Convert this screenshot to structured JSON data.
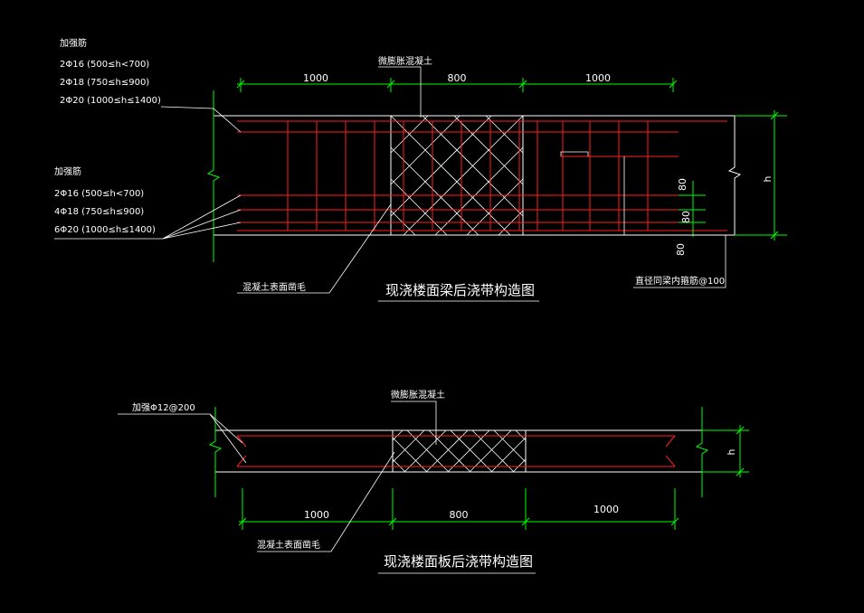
{
  "colors": {
    "background": "#000000",
    "rebar": "#ff2020",
    "dimension": "#00ff00",
    "outline": "#ffffff",
    "text": "#ffffff"
  },
  "beam": {
    "top_rebar_heading": "加强筋",
    "top_rebar": [
      "2Φ16   (500≤h<700)",
      "2Φ18   (750≤h≤900)",
      "2Φ20   (1000≤h≤1400)"
    ],
    "bottom_rebar_heading": "加强筋",
    "bottom_rebar": [
      "2Φ16   (500≤h<700)",
      "4Φ18   (750≤h≤900)",
      "6Φ20   (1000≤h≤1400)"
    ],
    "concrete_label": "微膨胀混凝土",
    "surface_label": "混凝土表面凿毛",
    "mesh_label": "直径同梁内箍筋@100",
    "dims": [
      "1000",
      "800",
      "1000"
    ],
    "side_dims": [
      "80",
      "80",
      "80"
    ],
    "height_label": "h",
    "title": "现浇楼面梁后浇带构造图"
  },
  "slab": {
    "rebar_label": "加强Φ12@200",
    "concrete_label": "微膨胀混凝土",
    "surface_label": "混凝土表面凿毛",
    "dims": [
      "1000",
      "800",
      "1000"
    ],
    "height_label": "h",
    "title": "现浇楼面板后浇带构造图"
  }
}
